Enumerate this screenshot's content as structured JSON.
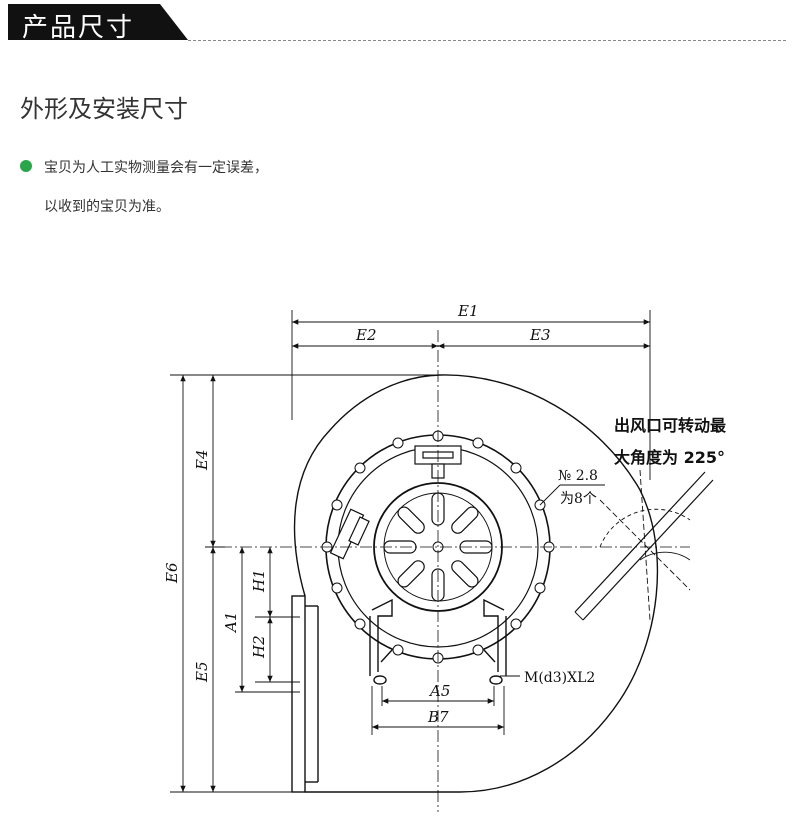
{
  "header": {
    "title": "产品尺寸"
  },
  "section": {
    "title": "外形及安装尺寸"
  },
  "note": {
    "line1": "宝贝为人工实物测量会有一定误差，",
    "line2": "以收到的宝贝为准。"
  },
  "drawing": {
    "dims": {
      "e1": "E1",
      "e2": "E2",
      "e3": "E3",
      "e4": "E4",
      "e5": "E5",
      "e6": "E6",
      "a1": "A1",
      "h1": "H1",
      "h2": "H2",
      "a5": "A5",
      "b7": "B7"
    },
    "hole_spec_no": "№ 2.8",
    "hole_spec_count": "为8个",
    "bolt_spec": "M(d3)XL2",
    "outlet_note_line1": "出风口可转动最",
    "outlet_note_line2": "大角度为 225°"
  },
  "colors": {
    "accent_dot": "#2aa54a",
    "header_bg": "#111111"
  }
}
